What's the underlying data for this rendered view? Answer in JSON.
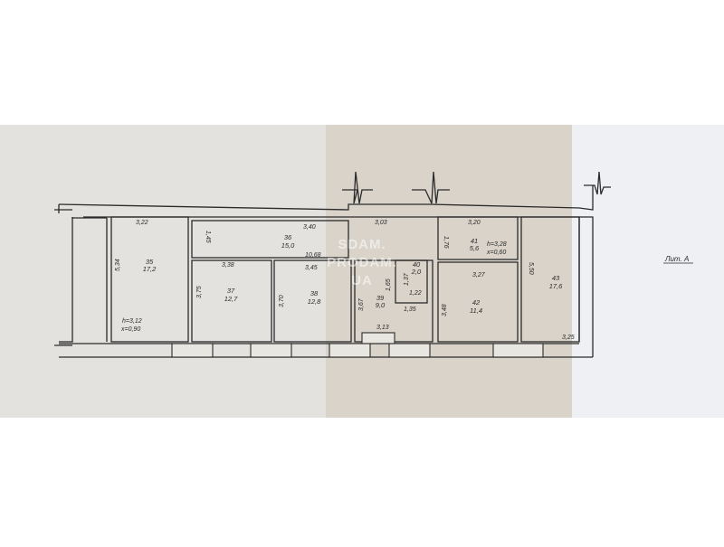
{
  "plan": {
    "label": "Лит. А",
    "watermark": [
      "SDAM.",
      "PRODAM.",
      "UA"
    ],
    "rooms": [
      {
        "id": "35",
        "area": "17,2"
      },
      {
        "id": "36",
        "area": "15,0"
      },
      {
        "id": "37",
        "area": "12,7"
      },
      {
        "id": "38",
        "area": "12,8"
      },
      {
        "id": "39",
        "area": "9,0"
      },
      {
        "id": "40",
        "area": "2,0"
      },
      {
        "id": "41",
        "area": "5,6"
      },
      {
        "id": "42",
        "area": "11,4"
      },
      {
        "id": "43",
        "area": "17,6"
      }
    ],
    "dimensions": [
      "3,22",
      "3,40",
      "3,03",
      "3,20",
      "1,45",
      "10,68",
      "3,38",
      "3,45",
      "1,76",
      "3,27",
      "5,50",
      "5,34",
      "3,75",
      "3,70",
      "3,67",
      "1,65",
      "1,37",
      "1,22",
      "1,35",
      "3,48",
      "3,13",
      "3,25"
    ],
    "notes": [
      "h=3,12",
      "x=0,90",
      "h=3,28",
      "x=0,60"
    ]
  },
  "colors": {
    "left_paper": "#e3e2de",
    "mid_paper": "#d9d3c9",
    "right_paper": "#eef0f3",
    "line": "#2b2b2b"
  }
}
